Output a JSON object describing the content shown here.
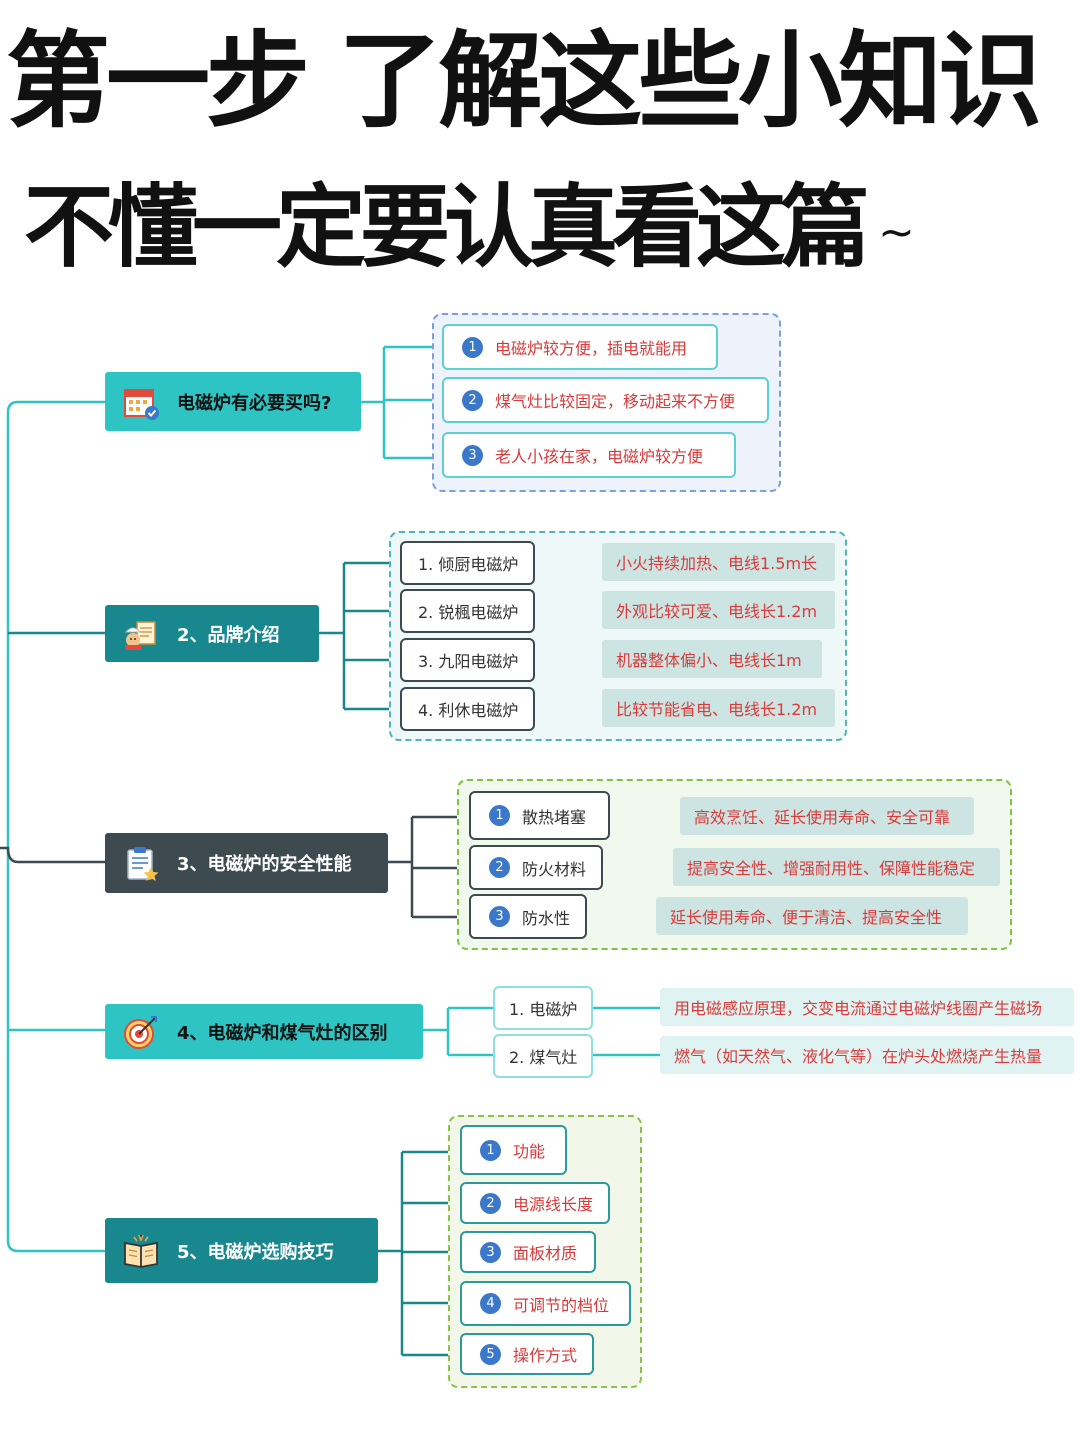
{
  "header": {
    "title_line1": "第一步 了解这些小知识",
    "title_line2": "不懂一定要认真看这篇",
    "title_tilde": "~"
  },
  "colors": {
    "teal": "#2ec4c4",
    "dark_teal": "#19878e",
    "slate": "#3d4a4f",
    "leaf_red": "#d93b3b",
    "badge_blue": "#3b78c9"
  },
  "branches": [
    {
      "label": "电磁炉有必要买吗?",
      "icon": "calendar-check-icon",
      "children": [
        {
          "num": "1",
          "text": "电磁炉较方便，插电就能用"
        },
        {
          "num": "2",
          "text": "煤气灶比较固定，移动起来不方便"
        },
        {
          "num": "3",
          "text": "老人小孩在家，电磁炉较方便"
        }
      ]
    },
    {
      "label": "2、品牌介绍",
      "icon": "chef-icon",
      "children": [
        {
          "text": "1. 倾厨电磁炉",
          "detail": "小火持续加热、电线1.5m长"
        },
        {
          "text": "2. 锐楓电磁炉",
          "detail": "外观比较可爱、电线长1.2m"
        },
        {
          "text": "3. 九阳电磁炉",
          "detail": "机器整体偏小、电线长1m"
        },
        {
          "text": "4. 利休电磁炉",
          "detail": "比较节能省电、电线长1.2m"
        }
      ]
    },
    {
      "label": "3、电磁炉的安全性能",
      "icon": "clipboard-star-icon",
      "children": [
        {
          "num": "1",
          "text": "散热堵塞",
          "detail": "高效烹饪、延长使用寿命、安全可靠"
        },
        {
          "num": "2",
          "text": "防火材料",
          "detail": "提高安全性、增强耐用性、保障性能稳定"
        },
        {
          "num": "3",
          "text": "防水性",
          "detail": "延长使用寿命、便于清洁、提高安全性"
        }
      ]
    },
    {
      "label": "4、电磁炉和煤气灶的区别",
      "icon": "target-icon",
      "children": [
        {
          "text": "1. 电磁炉",
          "detail": "用电磁感应原理，交变电流通过电磁炉线圈产生磁场"
        },
        {
          "text": "2. 煤气灶",
          "detail": "燃气（如天然气、液化气等）在炉头处燃烧产生热量"
        }
      ]
    },
    {
      "label": "5、电磁炉选购技巧",
      "icon": "book-icon",
      "children": [
        {
          "num": "1",
          "text": "功能"
        },
        {
          "num": "2",
          "text": "电源线长度"
        },
        {
          "num": "3",
          "text": "面板材质"
        },
        {
          "num": "4",
          "text": "可调节的档位"
        },
        {
          "num": "5",
          "text": "操作方式"
        }
      ]
    }
  ]
}
